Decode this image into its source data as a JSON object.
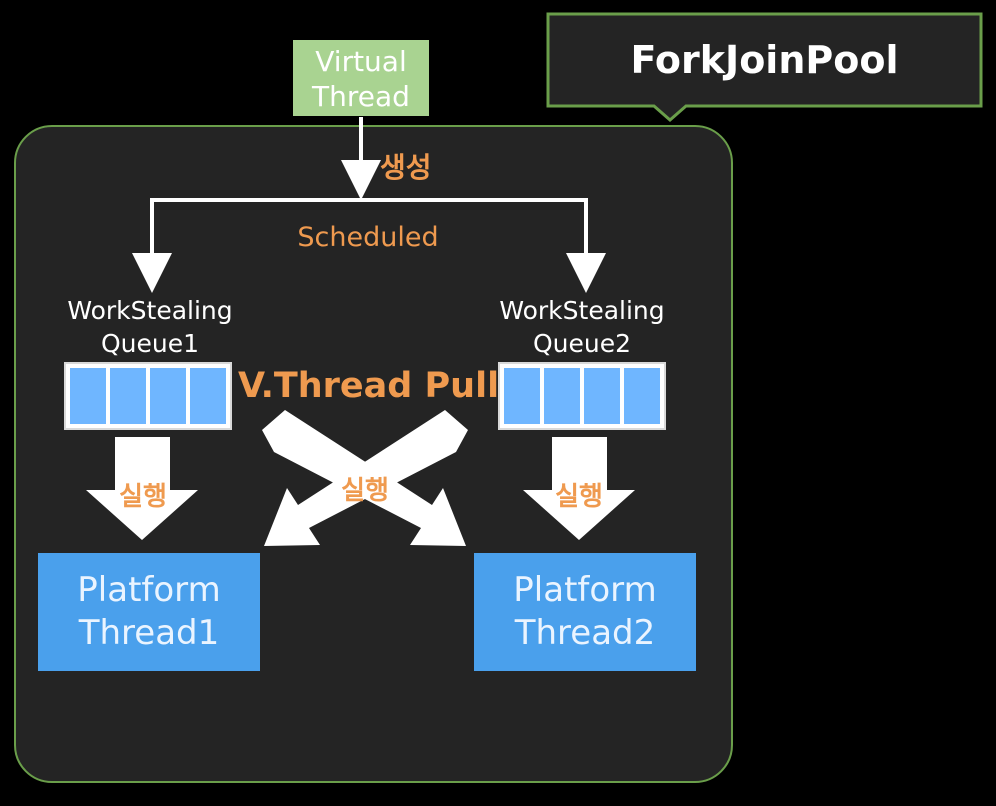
{
  "callout": {
    "title": "ForkJoinPool"
  },
  "virtual_thread": {
    "label_line1": "Virtual",
    "label_line2": "Thread"
  },
  "labels": {
    "create": "생성",
    "scheduled": "Scheduled",
    "vthread_pull": "V.Thread Pull",
    "execute": "실행"
  },
  "queues": [
    {
      "line1": "WorkStealing",
      "line2": "Queue1"
    },
    {
      "line1": "WorkStealing",
      "line2": "Queue2"
    }
  ],
  "platform_threads": [
    {
      "line1": "Platform",
      "line2": "Thread1"
    },
    {
      "line1": "Platform",
      "line2": "Thread2"
    }
  ],
  "colors": {
    "pool_border": "#6a9e4a",
    "virtual_thread_fill": "#a9d391",
    "queue_cell": "#6fb6ff",
    "platform_thread_fill": "#4aa0ec",
    "accent_text": "#ef9a4f"
  }
}
